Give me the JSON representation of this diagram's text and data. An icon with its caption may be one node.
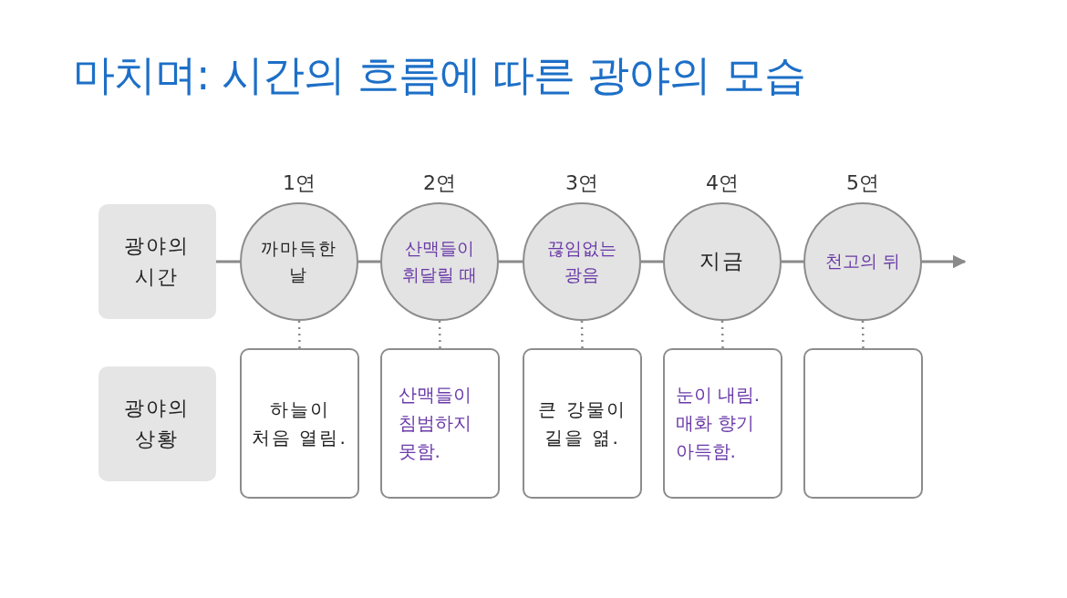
{
  "diagram": {
    "title": "마치며: 시간의 흐름에 따른 광야의 모습",
    "nodes": [
      {
        "text": [
          "광야의 시간"
        ]
      },
      {
        "text": [
          "까마득한 날"
        ],
        "beside": [
          "1연"
        ]
      },
      {
        "text": [
          "산맥들이 휘달릴 때"
        ],
        "beside": [
          "2연"
        ]
      },
      {
        "text": [
          "끊임없는 광음"
        ],
        "beside": [
          "3연"
        ]
      },
      {
        "text": [
          "지금"
        ],
        "beside": [
          "4연"
        ]
      },
      {
        "text": [
          "천고의 뒤"
        ],
        "beside": [
          "5연"
        ]
      },
      {
        "text": [
          "광야의 상황"
        ]
      },
      {
        "text": [
          "하늘이 처음 열림."
        ]
      },
      {
        "text": [
          "산맥들이 침범하지 못함."
        ]
      },
      {
        "text": [
          "큰 강물이 길을 엶."
        ]
      },
      {
        "text": [
          "눈이 내림. 매화 향기 아득함."
        ]
      },
      {
        "text": [],
        "shape": "box"
      }
    ],
    "edges": [
      {
        "from": 0,
        "to": 1,
        "arrow": "none"
      },
      {
        "from": 1,
        "to": 2,
        "arrow": "none"
      },
      {
        "from": 2,
        "to": 3,
        "arrow": "none"
      },
      {
        "from": 3,
        "to": 4,
        "arrow": "none"
      },
      {
        "from": 4,
        "to": 5,
        "arrow": "none"
      },
      {
        "from": 5,
        "to": null,
        "arrow": "to"
      },
      {
        "from": 1,
        "to": 7,
        "arrow": "none",
        "style": "dashed"
      },
      {
        "from": 2,
        "to": 8,
        "arrow": "none",
        "style": "dashed"
      },
      {
        "from": 3,
        "to": 9,
        "arrow": "none",
        "style": "dashed"
      },
      {
        "from": 4,
        "to": 10,
        "arrow": "none",
        "style": "dashed"
      },
      {
        "from": 5,
        "to": 11,
        "arrow": "none",
        "style": "dashed"
      }
    ]
  }
}
